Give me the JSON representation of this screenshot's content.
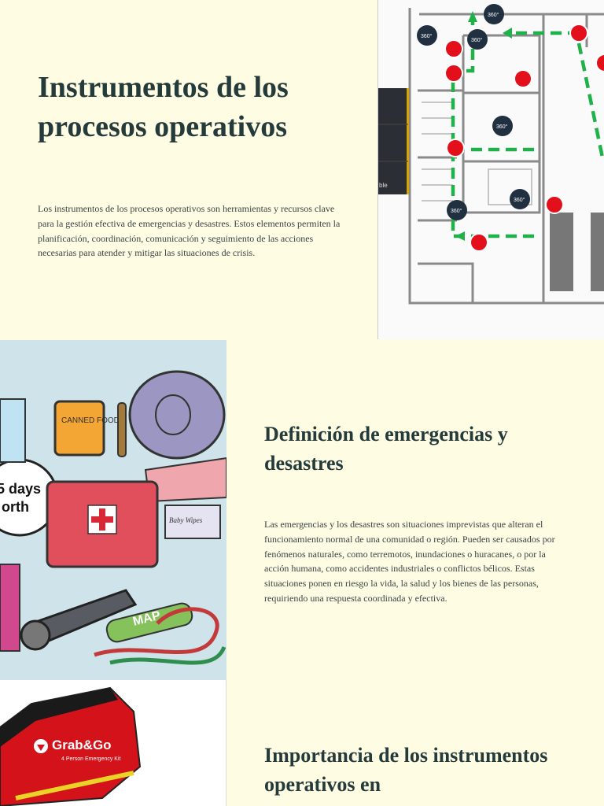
{
  "sections": [
    {
      "title": "Instrumentos de los procesos operativos",
      "body": "Los instrumentos de los procesos operativos son herramientas y recursos clave para la gestión efectiva de emergencias y desastres. Estos elementos permiten la planificación, coordinación, comunicación y seguimiento de las acciones necesarias para atender y mitigar las situaciones de crisis.",
      "image": {
        "kind": "evacuation-floor-plan",
        "side_label": "ble",
        "marker_label": "360°"
      }
    },
    {
      "title": "Definición de emergencias y desastres",
      "body": "Las emergencias y los desastres son situaciones imprevistas que alteran el funcionamiento normal de una comunidad o región. Pueden ser causados por fenómenos naturales, como terremotos, inundaciones o huracanes, o por la acción humana, como accidentes industriales o conflictos bélicos. Estas situaciones ponen en riesgo la vida, la salud y los bienes de las personas, requiriendo una respuesta coordinada y efectiva.",
      "image": {
        "kind": "emergency-kit-illustration",
        "bubble_line1": "5 days",
        "bubble_line2": "orth",
        "can_label": "CANNED FOOD",
        "map_label": "MAP",
        "wipes_label": "Baby Wipes"
      }
    },
    {
      "title": "Importancia de los instrumentos operativos en",
      "image": {
        "kind": "grab-and-go-bag",
        "brand": "Grab&Go",
        "tagline": "4 Person Emergency Kit"
      }
    }
  ],
  "colors": {
    "background": "#fefce3",
    "heading": "#253b3b",
    "exit_route": "#1fb24a",
    "extinguisher": "#e3101b",
    "marker": "#203040"
  }
}
